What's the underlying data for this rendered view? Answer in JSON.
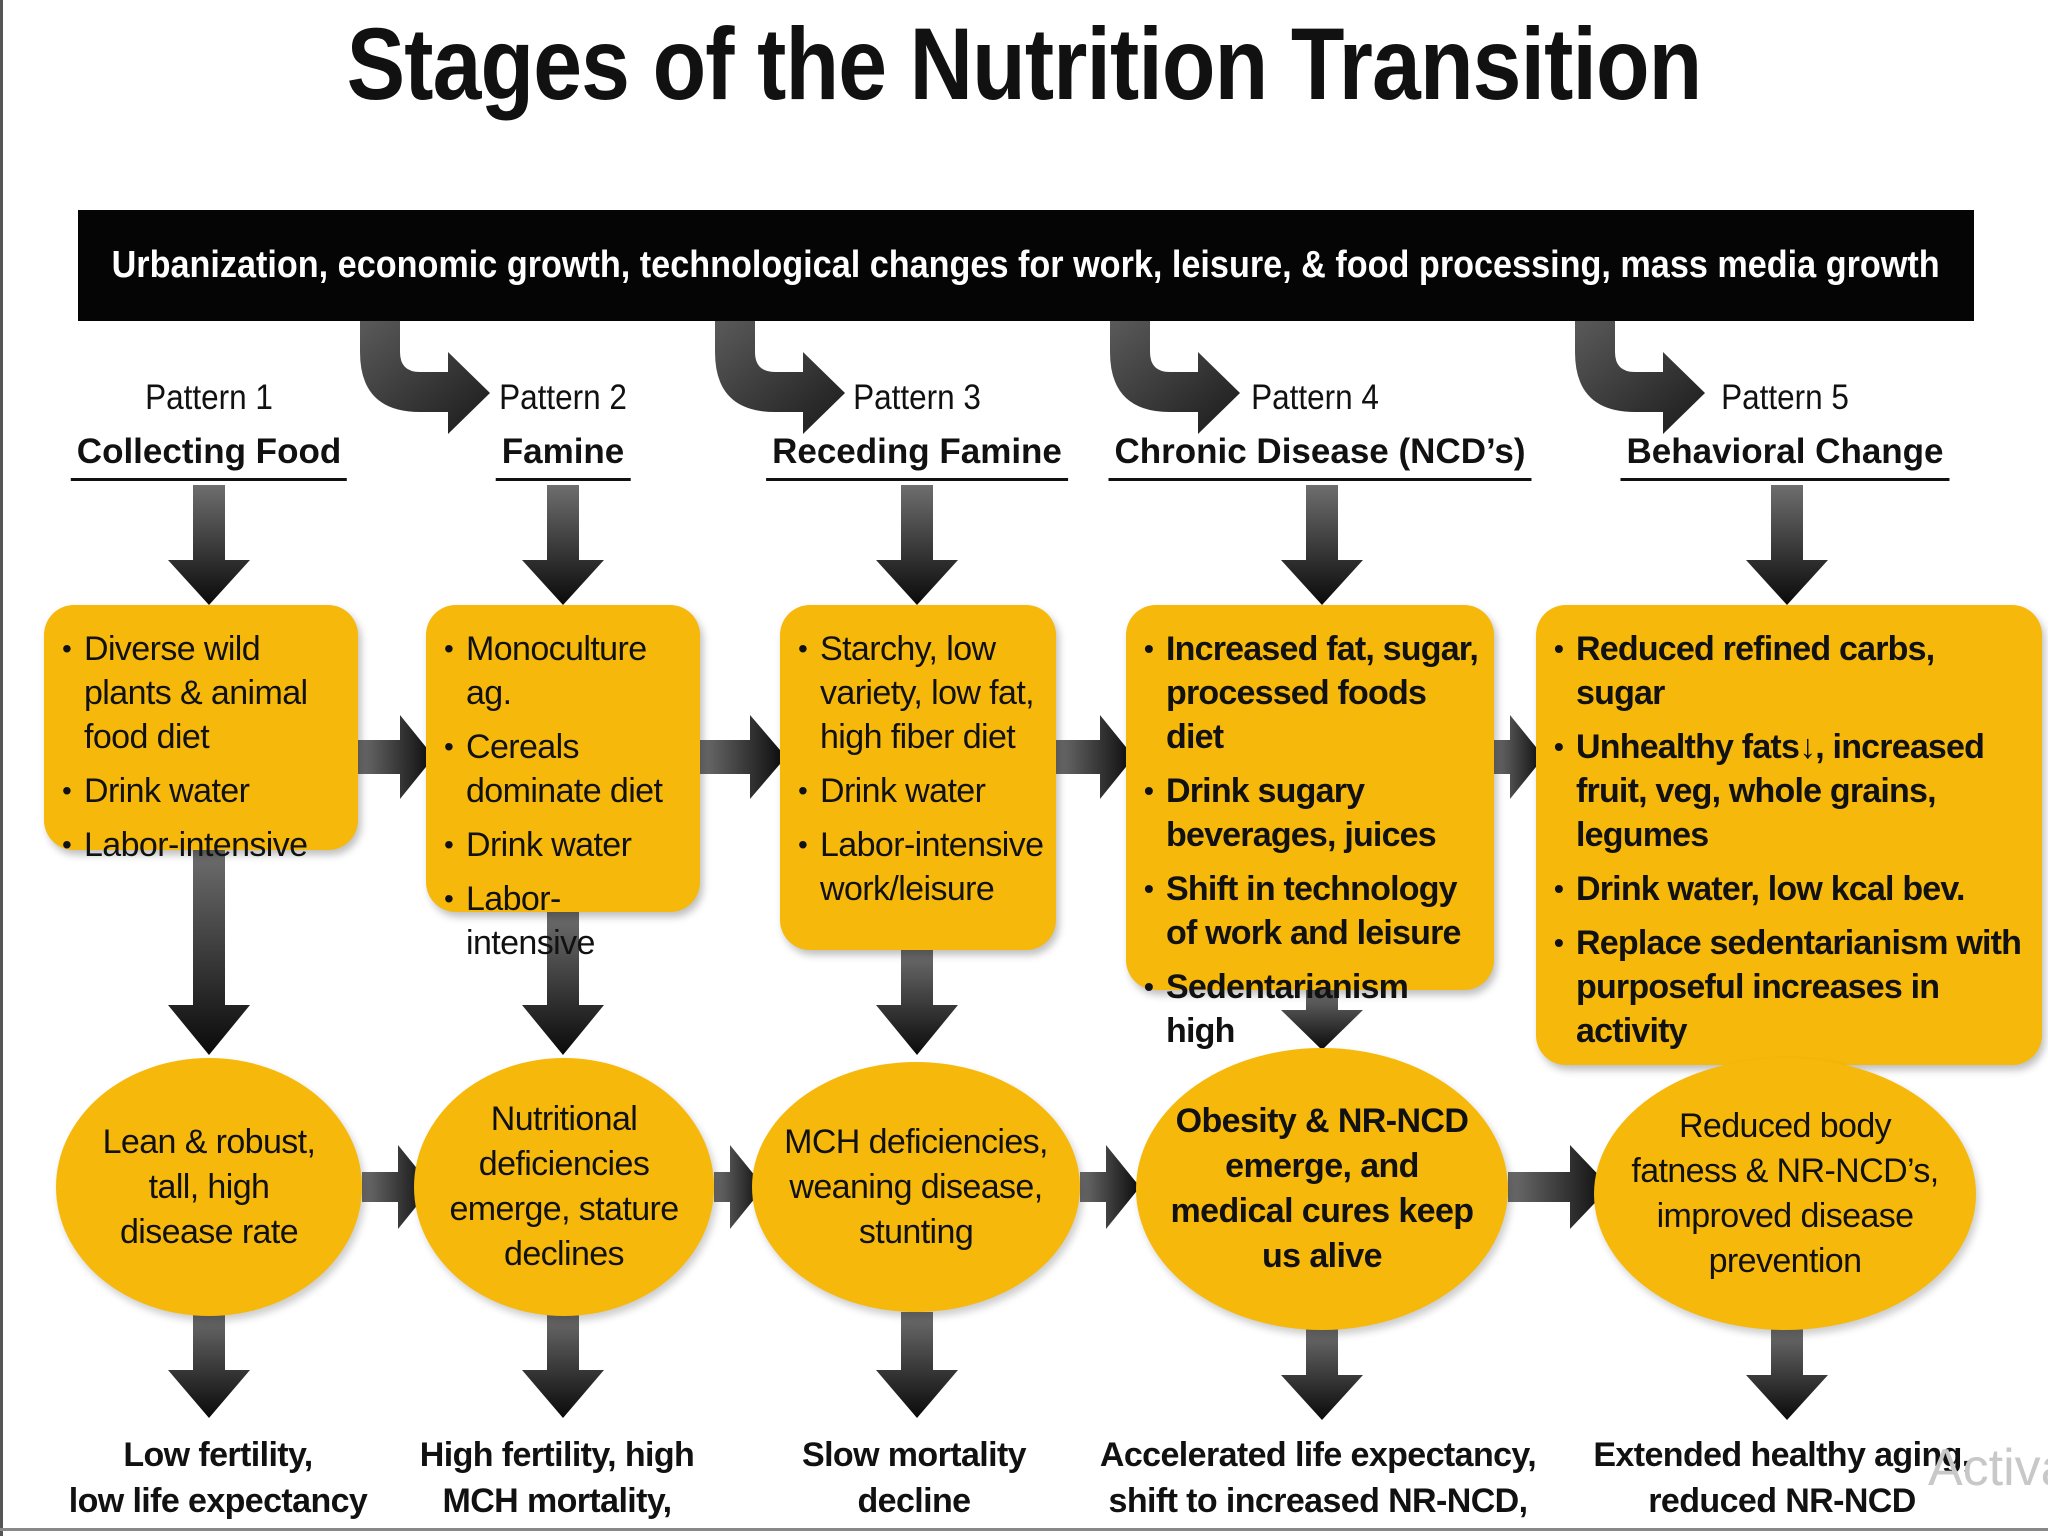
{
  "title": "Stages of the Nutrition Transition",
  "banner": "Urbanization, economic growth, technological changes for work, leisure, & food processing, mass media growth",
  "patterns": [
    {
      "number": "Pattern 1",
      "name": "Collecting Food",
      "diet": [
        "Diverse wild plants & animal food diet",
        "Drink water",
        "Labor-intensive"
      ],
      "effect": "Lean & robust, tall, high disease rate",
      "outcome": [
        "Low fertility,",
        "low  life expectancy"
      ]
    },
    {
      "number": "Pattern 2",
      "name": "Famine",
      "diet": [
        "Monoculture ag.",
        "Cereals dominate diet",
        "Drink water",
        "Labor-intensive"
      ],
      "effect": "Nutritional deficiencies emerge, stature declines",
      "outcome": [
        "High fertility, high",
        "MCH mortality,"
      ]
    },
    {
      "number": "Pattern 3",
      "name": "Receding Famine",
      "diet": [
        "Starchy, low variety, low fat, high fiber diet",
        "Drink water",
        "Labor-intensive work/leisure"
      ],
      "effect": "MCH deficiencies, weaning disease, stunting",
      "outcome": [
        "Slow mortality",
        "decline"
      ]
    },
    {
      "number": "Pattern 4",
      "name": "Chronic Disease (NCD’s)",
      "diet": [
        "Increased fat, sugar, processed foods diet",
        "Drink sugary beverages, juices",
        "Shift in technology of work and leisure",
        "Sedentarianism high"
      ],
      "effect": "Obesity & NR-NCD emerge, and medical cures keep us alive",
      "outcome": [
        "Accelerated life expectancy,",
        "shift to increased NR-NCD,"
      ]
    },
    {
      "number": "Pattern 5",
      "name": "Behavioral Change",
      "diet": [
        "Reduced refined carbs, sugar",
        "Unhealthy fats↓, increased fruit, veg, whole grains, legumes",
        "Drink water, low kcal bev.",
        "Replace sedentarianism with purposeful increases in activity"
      ],
      "effect": "Reduced body fatness & NR-NCD’s, improved disease prevention",
      "outcome": [
        "Extended healthy aging,",
        "reduced NR-NCD"
      ]
    }
  ],
  "watermark": "Activa"
}
